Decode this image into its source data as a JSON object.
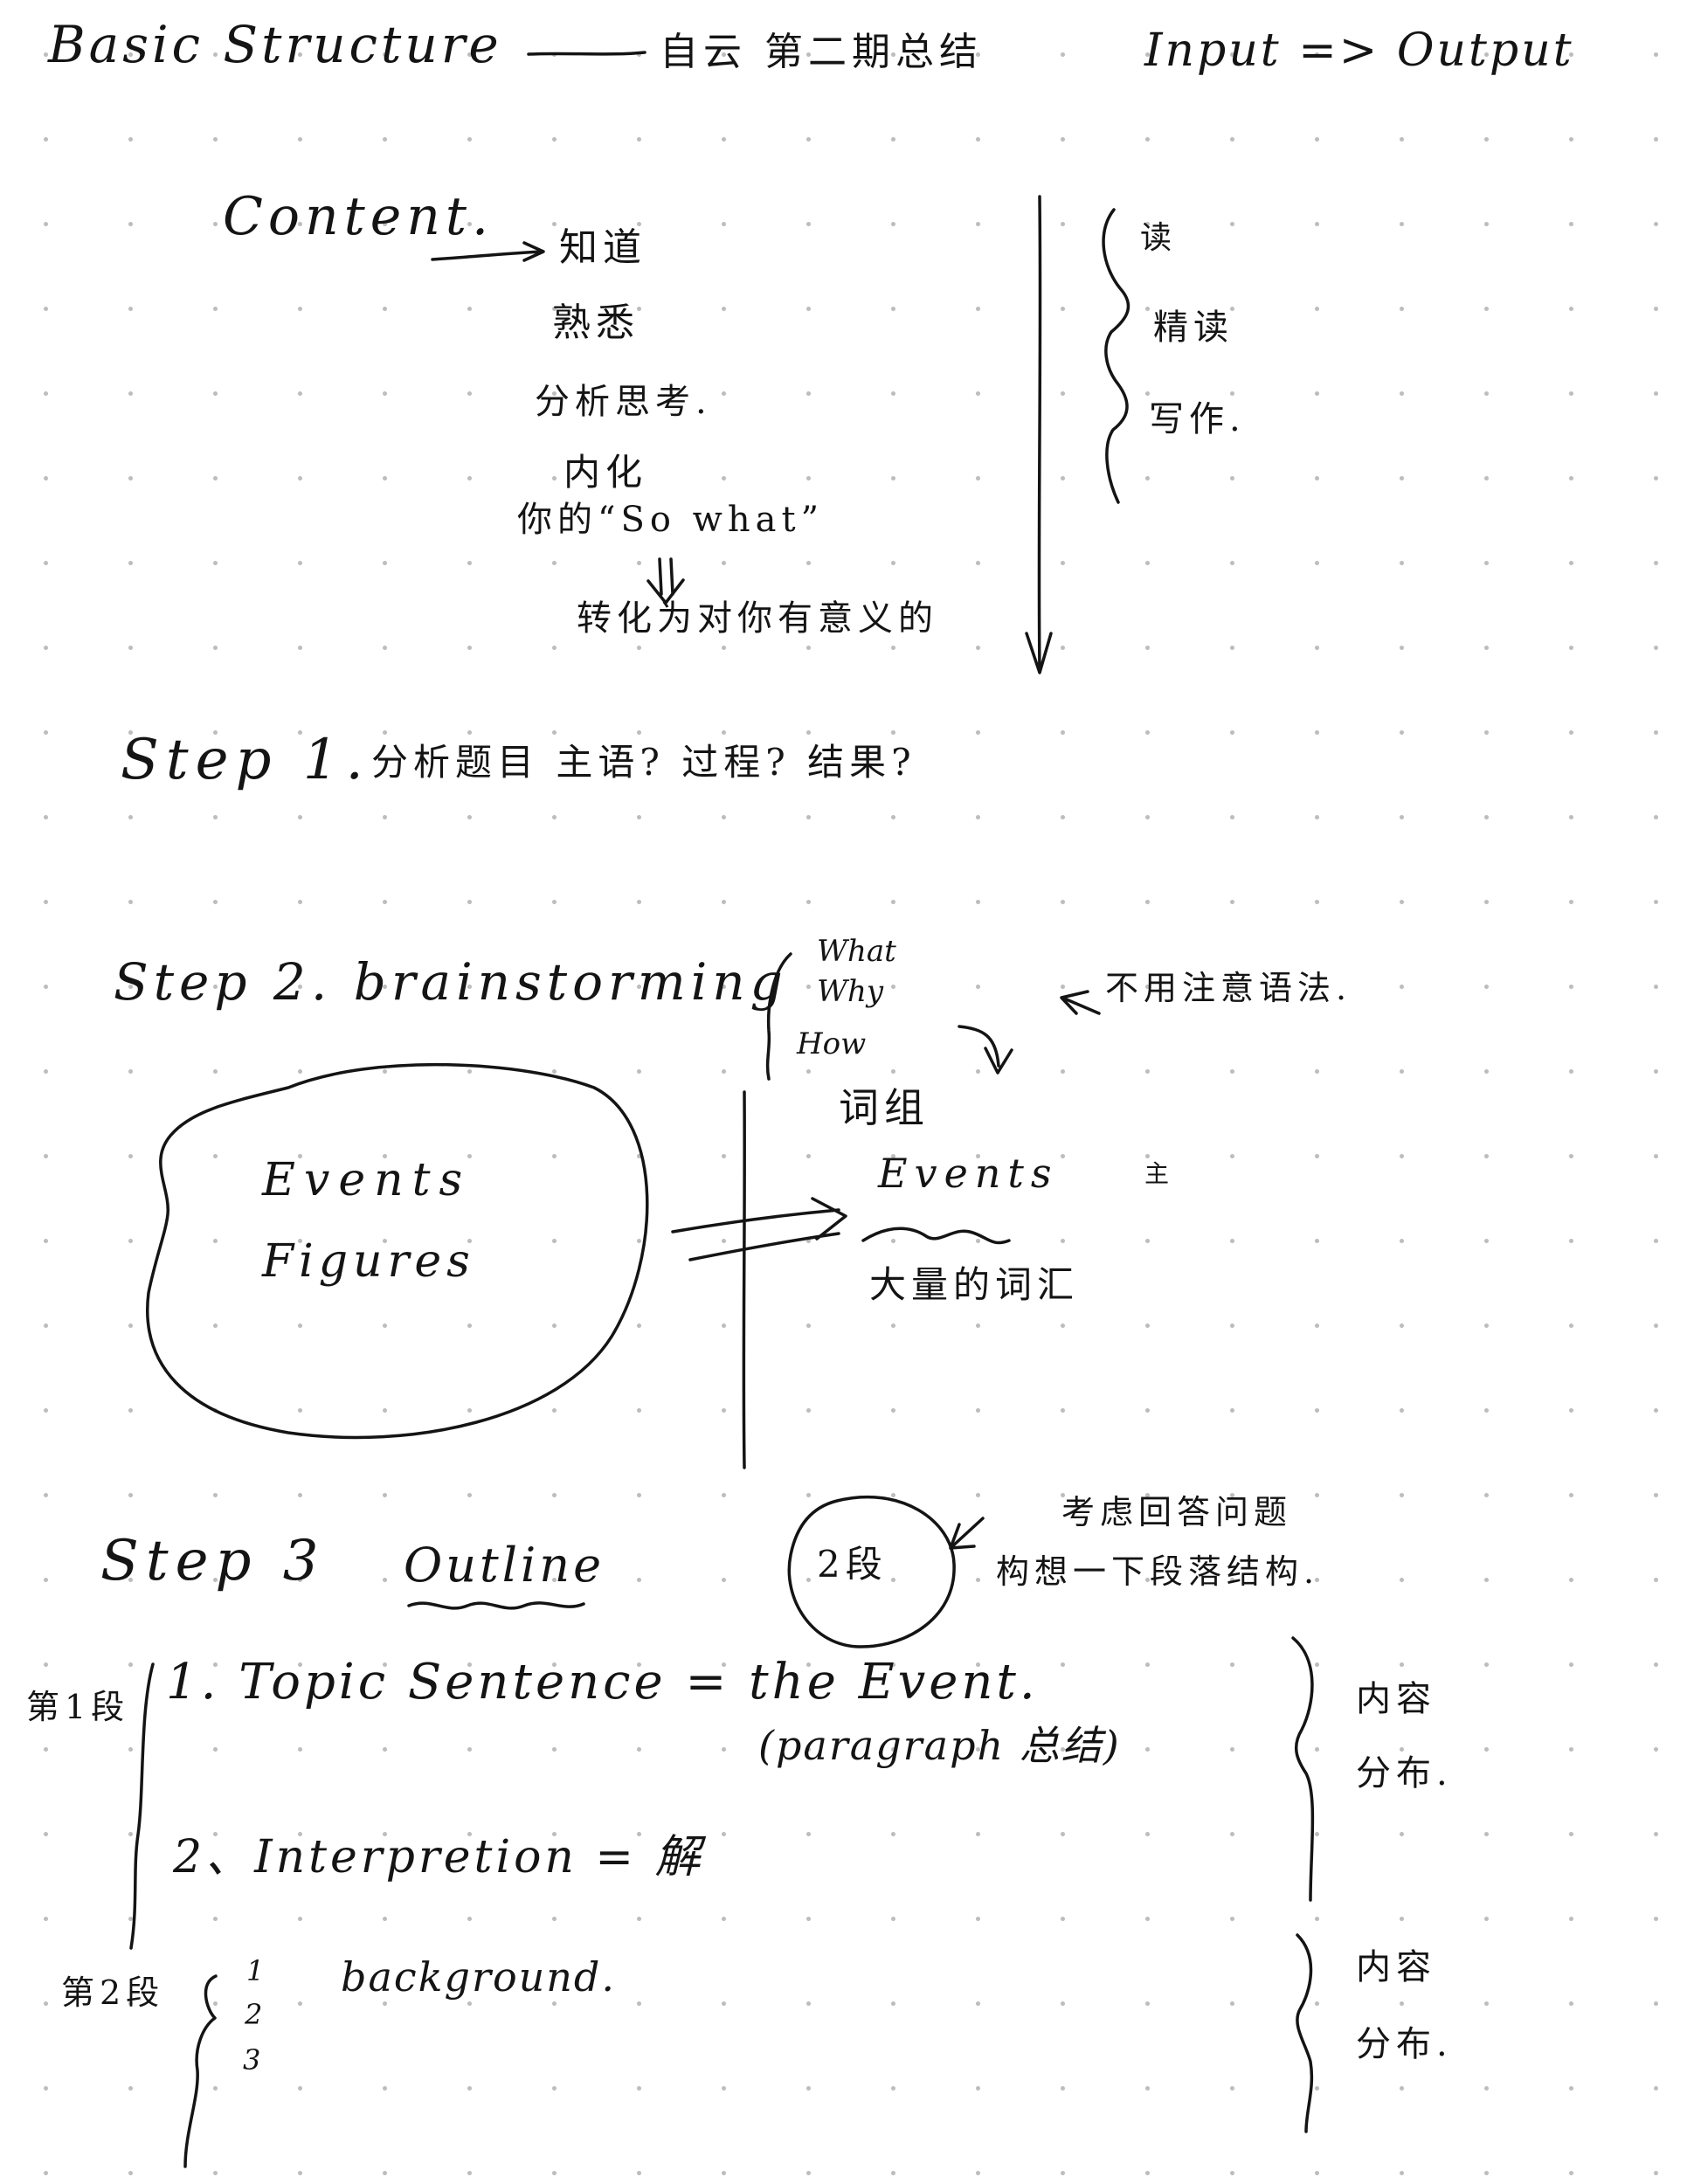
{
  "header": {
    "basic_structure": "Basic Structure",
    "session_title": "自云 第二期总结",
    "input_output": "Input => Output"
  },
  "content_section": {
    "label": "Content.",
    "steps": [
      "知道",
      "熟悉",
      "分析思考.",
      "内化",
      "你的“So what”",
      "转化为对你有意义的"
    ],
    "side_items": [
      "读",
      "精读",
      "写作."
    ]
  },
  "step1": {
    "label": "Step 1.",
    "text": "分析题目 主语? 过程? 结果?"
  },
  "step2": {
    "label": "Step 2. brainstorming",
    "questions": [
      "What",
      "Why",
      "How"
    ],
    "note": "不用注意语法.",
    "bubble_items": [
      "Events",
      "Figures"
    ],
    "phrases_label": "词组",
    "events_label": "Events",
    "events_mark": "主",
    "vocab_label": "大量的词汇"
  },
  "step3": {
    "label": "Step 3",
    "outline_label": "Outline",
    "circle_label": "2段",
    "note_line1": "考虑回答问题",
    "note_line2": "构想一下段落结构.",
    "para1": {
      "label": "第1段",
      "item1": "1. Topic Sentence = the Event.",
      "item1_sub": "(paragraph 总结)",
      "item2": "2、Interpretion = 解",
      "side": [
        "内容",
        "分布."
      ]
    },
    "para2": {
      "label": "第2段",
      "numbers": [
        "1",
        "2",
        "3"
      ],
      "background": "background.",
      "side": [
        "内容",
        "分布."
      ]
    }
  }
}
